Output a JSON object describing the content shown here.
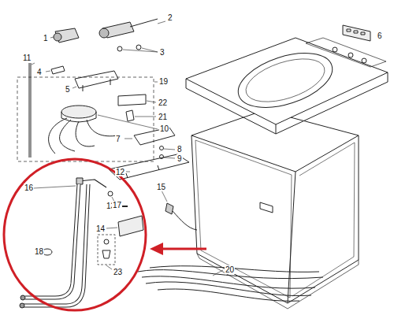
{
  "diagram": {
    "labels": [
      "1",
      "2",
      "3",
      "11",
      "4",
      "5",
      "19",
      "6",
      "22",
      "21",
      "10",
      "7",
      "8",
      "9",
      "12",
      "13",
      "14",
      "15",
      "16",
      "17",
      "18",
      "23",
      "20"
    ]
  }
}
